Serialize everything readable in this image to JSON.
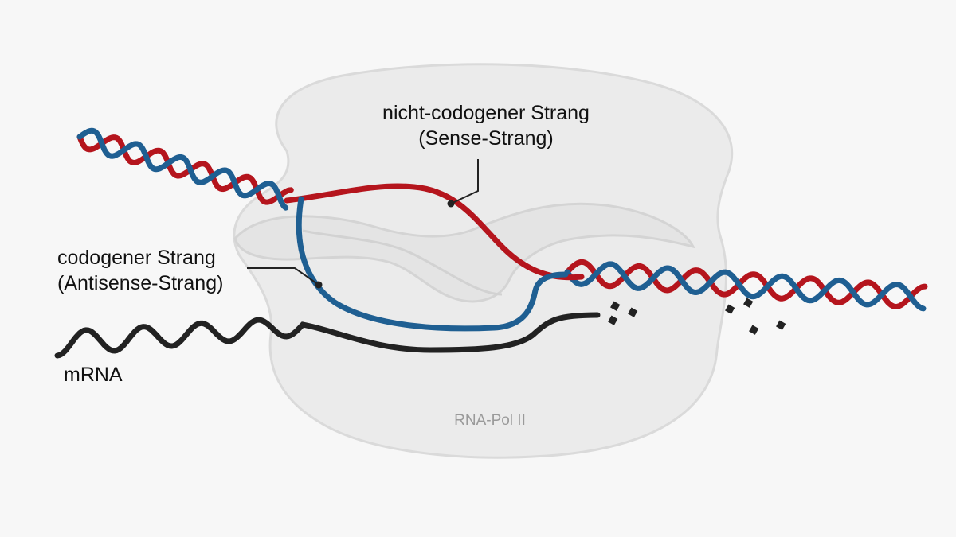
{
  "labels": {
    "sense_line1": "nicht-codogener Strang",
    "sense_line2": "(Sense-Strang)",
    "antisense_line1": "codogener Strang",
    "antisense_line2": "(Antisense-Strang)",
    "mrna": "mRNA",
    "polymerase": "RNA-Pol II"
  },
  "colors": {
    "background": "#f7f7f7",
    "polymerase_fill": "#ebebeb",
    "polymerase_stroke": "#dadada",
    "sense_strand": "#b5151d",
    "antisense_strand": "#1f5f92",
    "mrna": "#222222"
  }
}
